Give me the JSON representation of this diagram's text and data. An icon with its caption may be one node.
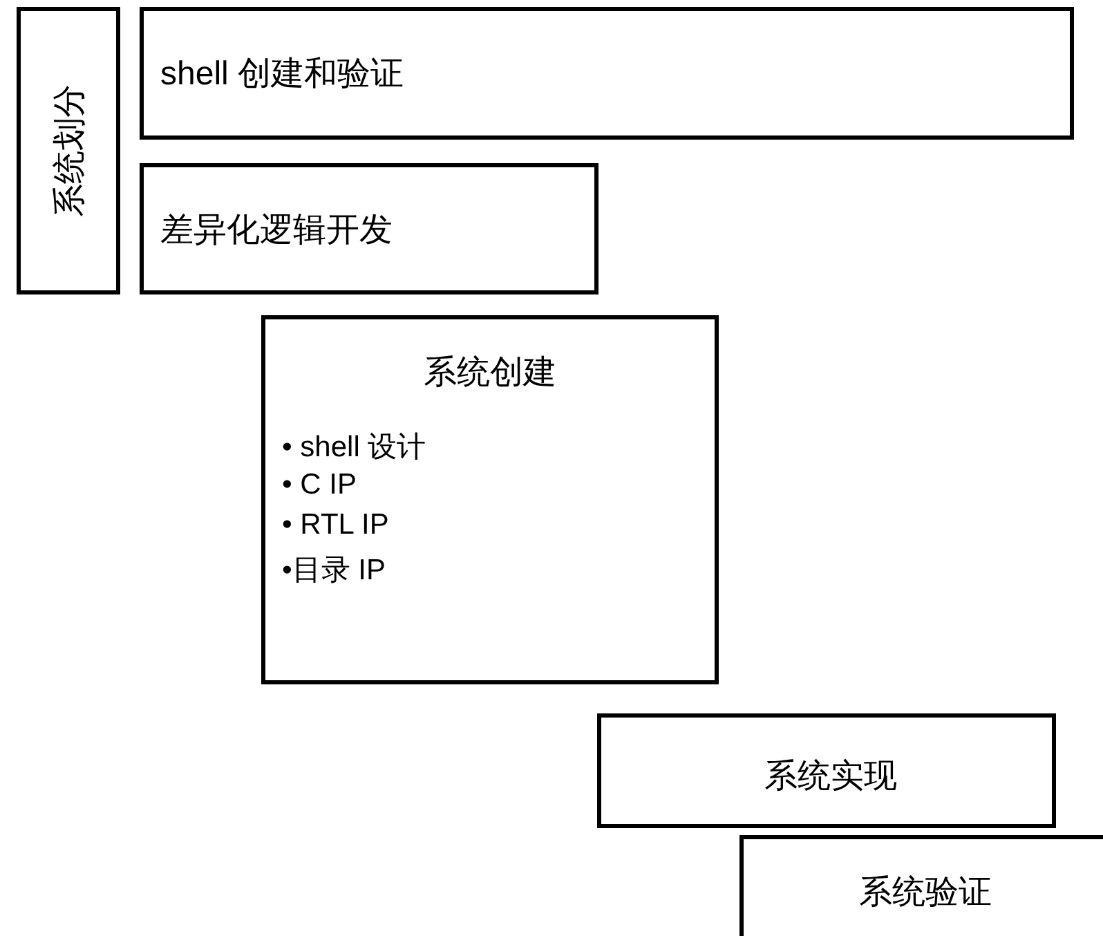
{
  "diagram": {
    "nodes": [
      {
        "text": [
          "系统划分"
        ]
      },
      {
        "text": [
          "shell 创建和验证"
        ]
      },
      {
        "text": [
          "差异化逻辑开发"
        ]
      },
      {
        "text": [
          "系统创建",
          "• shell 设计",
          "• C IP",
          "• RTL IP",
          "•目录 IP"
        ]
      },
      {
        "text": [
          "系统实现"
        ]
      },
      {
        "text": [
          "系统验证"
        ]
      }
    ],
    "edges": []
  }
}
